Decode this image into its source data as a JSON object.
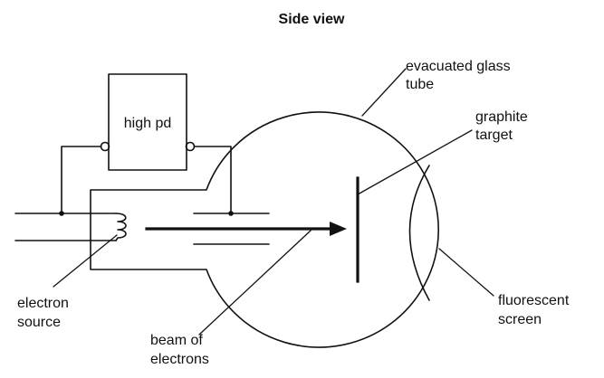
{
  "title": "Side view",
  "labels": {
    "high_pd": "high pd",
    "evacuated_glass_tube": [
      "evacuated glass",
      "tube"
    ],
    "graphite_target": [
      "graphite",
      "target"
    ],
    "electron_source": [
      "electron",
      "source"
    ],
    "beam_of_electrons": [
      "beam of",
      "electrons"
    ],
    "fluorescent_screen": [
      "fluorescent",
      "screen"
    ]
  }
}
